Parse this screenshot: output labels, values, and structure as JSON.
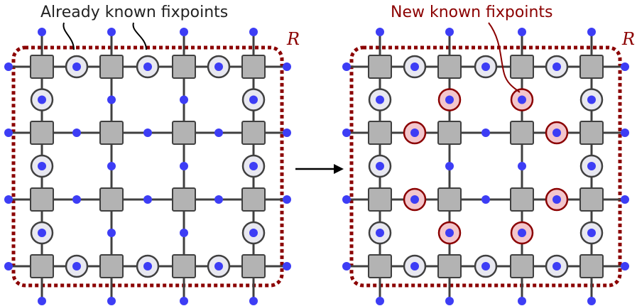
{
  "annotations": {
    "left_label": "Already known fixpoints",
    "right_label": "New known fixpoints",
    "region_left": "R",
    "region_right": "R"
  },
  "colors": {
    "background": "#ffffff",
    "square_fill": "#b3b3b3",
    "square_stroke": "#404040",
    "edge": "#404040",
    "node_blue": "#3d3df5",
    "ring_gray": "#404040",
    "ring_fill_gray": "#e8e8f0",
    "ring_red": "#8b0000",
    "ring_fill_red": "#f3c6cc",
    "region_border": "#8b0000",
    "text_dark": "#222222",
    "text_red": "#8b0000"
  },
  "icons": {
    "transition": "right-arrow-icon"
  },
  "diagram": {
    "grid_size": 4,
    "panels": [
      {
        "id": "before",
        "known_fixpoints": "perimeter",
        "new_fixpoints": []
      },
      {
        "id": "after",
        "known_fixpoints": "perimeter",
        "new_fixpoints": [
          "h-1-0",
          "h-1-2",
          "h-2-0",
          "h-2-2",
          "v-0-1",
          "v-0-2",
          "v-2-1",
          "v-2-2"
        ]
      }
    ]
  }
}
